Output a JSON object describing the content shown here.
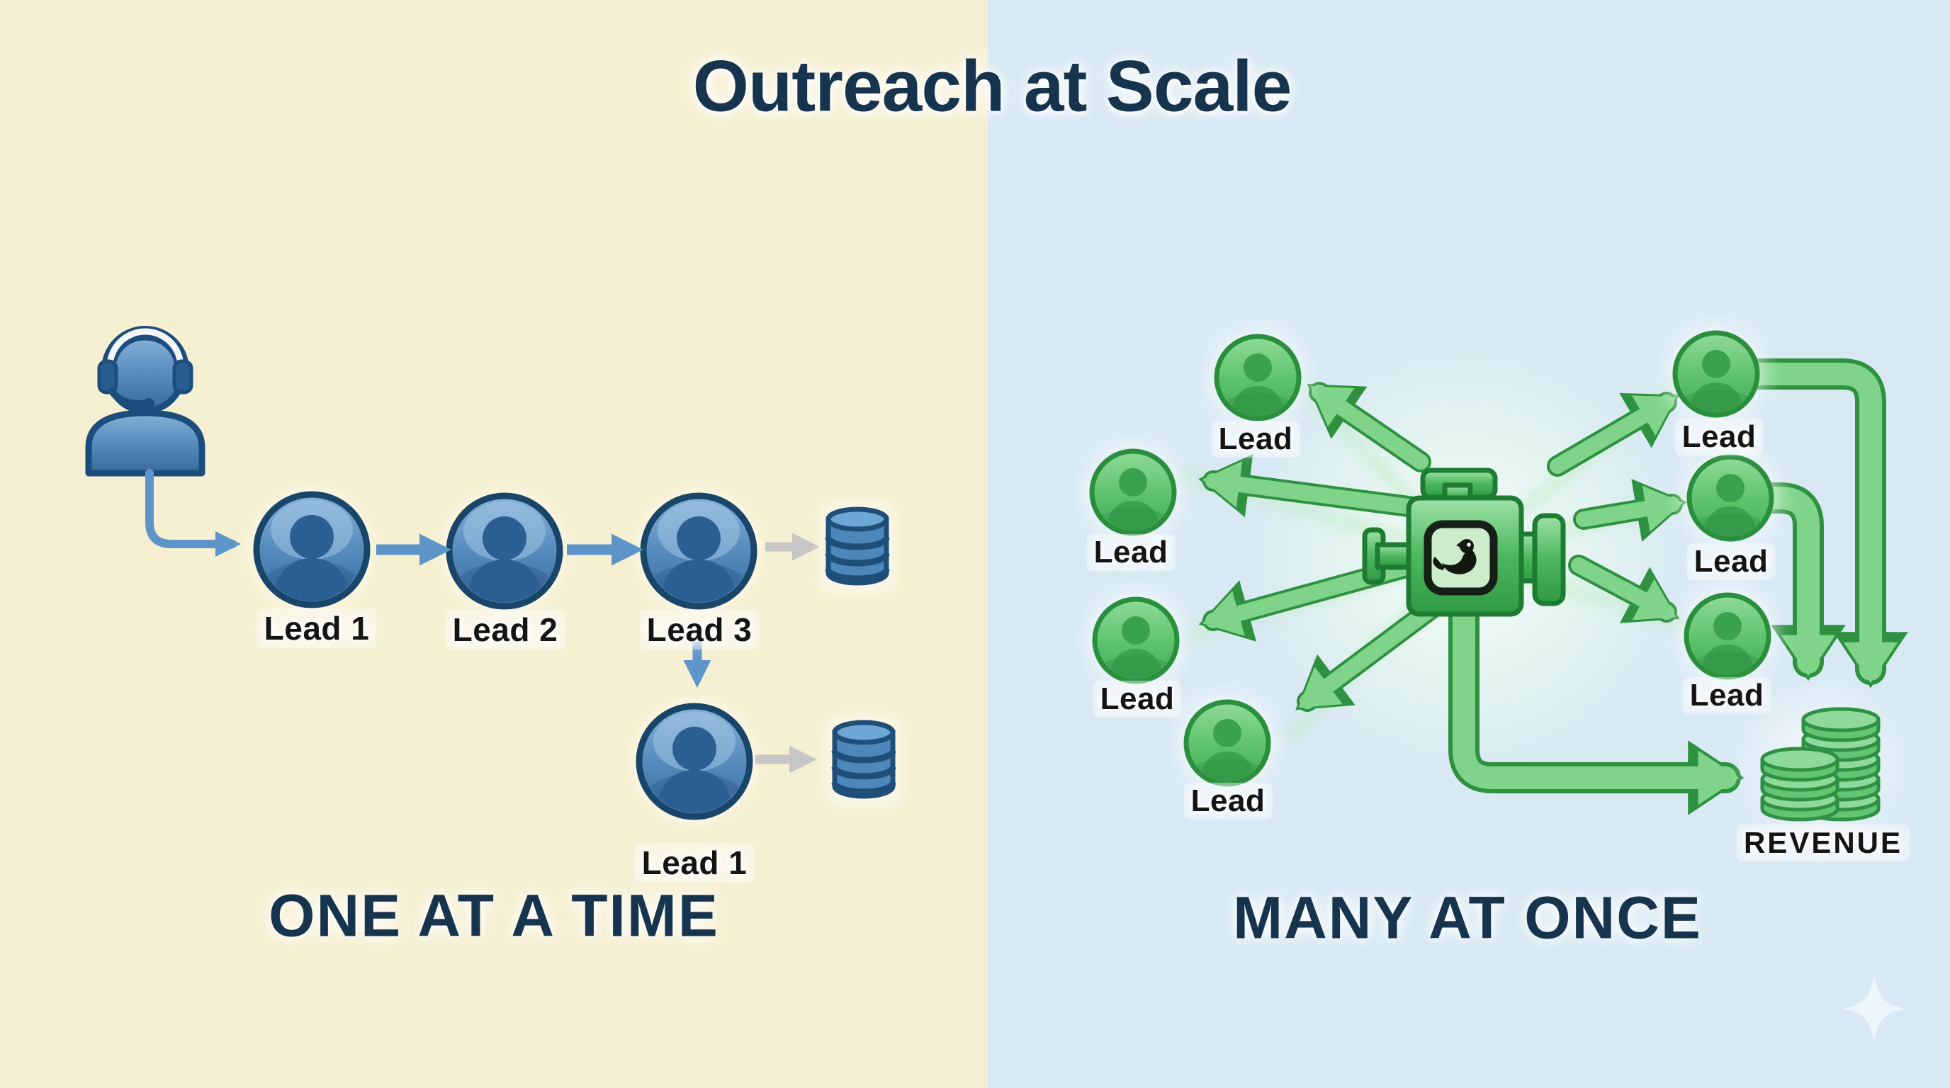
{
  "title": "Outreach at Scale",
  "left_panel": {
    "caption": "ONE AT A TIME",
    "agent_icon": "support-agent-headset",
    "sequence": [
      {
        "label": "Lead 1"
      },
      {
        "label": "Lead 2"
      },
      {
        "label": "Lead 3"
      }
    ],
    "followup": {
      "label": "Lead 1"
    },
    "database_icon": "database-cylinder"
  },
  "right_panel": {
    "caption": "MANY AT ONCE",
    "engine_icon": "automation-engine",
    "outbound_leads": [
      {
        "label": "Lead"
      },
      {
        "label": "Lead"
      },
      {
        "label": "Lead"
      },
      {
        "label": "Lead"
      }
    ],
    "pipeline_leads": [
      {
        "label": "Lead"
      },
      {
        "label": "Lead"
      },
      {
        "label": "Lead"
      }
    ],
    "revenue_label": "REVENUE",
    "revenue_icon": "coin-stacks",
    "sparkle_icon": "four-point-sparkle"
  },
  "colors": {
    "left_bg": "#f6f0d2",
    "right_bg": "#d8e9f4",
    "heading_navy": "#17344e",
    "label_black": "#141414",
    "blue_primary": "#4a80b4",
    "blue_dark": "#1d4d7c",
    "green_primary": "#57bf66",
    "green_dark": "#2e9140",
    "gray_arrow": "#c6c6c6",
    "sparkle_white": "#edf6fb"
  }
}
